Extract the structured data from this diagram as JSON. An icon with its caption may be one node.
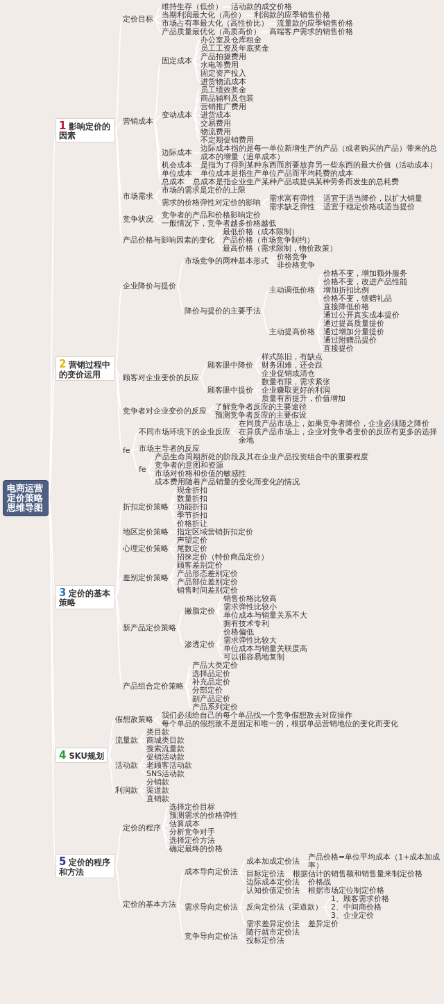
{
  "diagram": {
    "nodes": [
      {
        "text": [
          "电商运营定价策略思维导图"
        ]
      },
      {
        "text": [
          "1 影响定价的因素"
        ]
      },
      {
        "text": [
          "定价目标"
        ]
      },
      {
        "text": [
          "维持生存（低价）"
        ]
      },
      {
        "text": [
          "活动款的成交价格"
        ]
      },
      {
        "text": [
          "当期利润最大化（高价）"
        ]
      },
      {
        "text": [
          "利润款的应季销售价格"
        ]
      },
      {
        "text": [
          "市场占有率最大化（高性价比）"
        ]
      },
      {
        "text": [
          "流量款的应季销售价格"
        ]
      },
      {
        "text": [
          "产品质量最优化（高质高价）"
        ]
      },
      {
        "text": [
          "高端客户需求的销售价格"
        ]
      },
      {
        "text": [
          "营销成本"
        ]
      },
      {
        "text": [
          "固定成本"
        ]
      },
      {
        "text": [
          "办公室及仓库租金"
        ]
      },
      {
        "text": [
          "员工工资及年底奖金"
        ]
      },
      {
        "text": [
          "产品拍摄费用"
        ]
      },
      {
        "text": [
          "水电等费用"
        ]
      },
      {
        "text": [
          "固定资产投入"
        ]
      },
      {
        "text": [
          "进货物流成本"
        ]
      },
      {
        "text": [
          "变动成本"
        ]
      },
      {
        "text": [
          "员工绩效奖金"
        ]
      },
      {
        "text": [
          "商品辅料及包装"
        ]
      },
      {
        "text": [
          "营销推广费用"
        ]
      },
      {
        "text": [
          "进货成本"
        ]
      },
      {
        "text": [
          "交易费用"
        ]
      },
      {
        "text": [
          "物流费用"
        ]
      },
      {
        "text": [
          "不定期促销费用"
        ]
      },
      {
        "text": [
          "边际成本"
        ]
      },
      {
        "text": [
          "边际成本指的是每一单位新增生产的产品（或者购买的产品）带来的总成本的增量（追单成本）"
        ]
      },
      {
        "text": [
          "机会成本"
        ]
      },
      {
        "text": [
          "是指为了得到某种东西而所要放弃另一些东西的最大价值（活动成本）"
        ]
      },
      {
        "text": [
          "单位成本"
        ]
      },
      {
        "text": [
          "单位成本是指生产单位产品而平均耗费的成本"
        ]
      },
      {
        "text": [
          "总成本"
        ]
      },
      {
        "text": [
          "总成本是指企业生产某种产品或提供某种劳务而发生的总耗费"
        ]
      },
      {
        "text": [
          "市场需求"
        ]
      },
      {
        "text": [
          "市场的需求是定价的上限"
        ]
      },
      {
        "text": [
          "需求的价格弹性对定价的影响"
        ]
      },
      {
        "text": [
          "需求富有弹性"
        ]
      },
      {
        "text": [
          "适宜于适当降价，以扩大销量"
        ]
      },
      {
        "text": [
          "需求缺乏弹性"
        ]
      },
      {
        "text": [
          "适宜于稳定价格或适当提价"
        ]
      },
      {
        "text": [
          "竞争状况"
        ]
      },
      {
        "text": [
          "竞争者的产品和价格影响定价"
        ]
      },
      {
        "text": [
          "一般情况下，竞争者越多价格越低"
        ]
      },
      {
        "text": [
          "产品价格与影响因素的变化"
        ]
      },
      {
        "text": [
          "最低价格（成本限制）"
        ]
      },
      {
        "text": [
          "产品价格（市场竞争制约）"
        ]
      },
      {
        "text": [
          "最高价格（需求限制，物价政策）"
        ]
      },
      {
        "text": [
          "2 营销过程中的变价运用"
        ]
      },
      {
        "text": [
          "企业降价与提价"
        ]
      },
      {
        "text": [
          "市场竞争的两种基本形式"
        ]
      },
      {
        "text": [
          "价格竞争"
        ]
      },
      {
        "text": [
          "非价格竞争"
        ]
      },
      {
        "text": [
          "降价与提价的主要手法"
        ]
      },
      {
        "text": [
          "主动调低价格"
        ]
      },
      {
        "text": [
          "价格不变，增加额外服务"
        ]
      },
      {
        "text": [
          "价格不变，改进产品性能"
        ]
      },
      {
        "text": [
          "增加折扣比例"
        ]
      },
      {
        "text": [
          "价格不变，馈赠礼品"
        ]
      },
      {
        "text": [
          "直接降低价格"
        ]
      },
      {
        "text": [
          "主动提高价格"
        ]
      },
      {
        "text": [
          "通过公开真实成本提价"
        ]
      },
      {
        "text": [
          "通过提高质量提价"
        ]
      },
      {
        "text": [
          "通过增加分量提价"
        ]
      },
      {
        "text": [
          "通过附赠品提价"
        ]
      },
      {
        "text": [
          "直接提价"
        ]
      },
      {
        "text": [
          "顾客对企业变价的反应"
        ]
      },
      {
        "text": [
          "顾客眼中降价"
        ]
      },
      {
        "text": [
          "样式陈旧，有缺点"
        ]
      },
      {
        "text": [
          "财务困难，还会跌"
        ]
      },
      {
        "text": [
          "企业促销或清仓"
        ]
      },
      {
        "text": [
          "顾客眼中提价"
        ]
      },
      {
        "text": [
          "数量有限，需求紧张"
        ]
      },
      {
        "text": [
          "企业赚取更好的利润"
        ]
      },
      {
        "text": [
          "质量有所提升，价值增加"
        ]
      },
      {
        "text": [
          "竞争者对企业变价的反应"
        ]
      },
      {
        "text": [
          "了解竞争者反应的主要途径"
        ]
      },
      {
        "text": [
          "预测竞争者反应的主要假设"
        ]
      },
      {
        "text": [
          "fe"
        ]
      },
      {
        "text": [
          "不同市场环境下的企业反应"
        ]
      },
      {
        "text": [
          "在同质产品市场上，如果竞争者降价，企业必须随之降价"
        ]
      },
      {
        "text": [
          "在异质产品市场上，企业对竞争者变价的反应有更多的选择余地"
        ]
      },
      {
        "text": [
          "市场主导者的反应"
        ]
      },
      {
        "text": [
          "fe"
        ]
      },
      {
        "text": [
          "产品生命周期所处的阶段及其在企业产品投资组合中的重要程度"
        ]
      },
      {
        "text": [
          "竞争者的意图和资源"
        ]
      },
      {
        "text": [
          "市场对价格和价值的敏感性"
        ]
      },
      {
        "text": [
          "成本费用随着产品销量的变化而变化的情况"
        ]
      },
      {
        "text": [
          "3 定价的基本策略"
        ]
      },
      {
        "text": [
          "折扣定价策略"
        ]
      },
      {
        "text": [
          "现金折扣"
        ]
      },
      {
        "text": [
          "数量折扣"
        ]
      },
      {
        "text": [
          "功能折扣"
        ]
      },
      {
        "text": [
          "季节折扣"
        ]
      },
      {
        "text": [
          "价格折让"
        ]
      },
      {
        "text": [
          "地区定价策略"
        ]
      },
      {
        "text": [
          "指定区域营销折扣定价"
        ]
      },
      {
        "text": [
          "心理定价策略"
        ]
      },
      {
        "text": [
          "声望定价"
        ]
      },
      {
        "text": [
          "尾数定价"
        ]
      },
      {
        "text": [
          "招徕定价（特价商品定价）"
        ]
      },
      {
        "text": [
          "差别定价策略"
        ]
      },
      {
        "text": [
          "顾客差别定价"
        ]
      },
      {
        "text": [
          "产品形态差别定价"
        ]
      },
      {
        "text": [
          "产品部位差别定价"
        ]
      },
      {
        "text": [
          "销售时间差别定价"
        ]
      },
      {
        "text": [
          "新产品定价策略"
        ]
      },
      {
        "text": [
          "撇脂定价"
        ]
      },
      {
        "text": [
          "销售价格比较高"
        ]
      },
      {
        "text": [
          "需求弹性比较小"
        ]
      },
      {
        "text": [
          "单位成本与销量关系不大"
        ]
      },
      {
        "text": [
          "拥有技术专利"
        ]
      },
      {
        "text": [
          "渗透定价"
        ]
      },
      {
        "text": [
          "价格偏低"
        ]
      },
      {
        "text": [
          "需求弹性比较大"
        ]
      },
      {
        "text": [
          "单位成本与销量关联度高"
        ]
      },
      {
        "text": [
          "可以很容易地复制"
        ]
      },
      {
        "text": [
          "产品组合定价策略"
        ]
      },
      {
        "text": [
          "产品大类定价"
        ]
      },
      {
        "text": [
          "选择品定价"
        ]
      },
      {
        "text": [
          "补充品定价"
        ]
      },
      {
        "text": [
          "分部定价"
        ]
      },
      {
        "text": [
          "副产品定价"
        ]
      },
      {
        "text": [
          "产品系列定价"
        ]
      },
      {
        "text": [
          "4 SKU规划"
        ]
      },
      {
        "text": [
          "假想敌策略"
        ]
      },
      {
        "text": [
          "我们必须给自己的每个单品找一个竞争假想敌去对应操作"
        ]
      },
      {
        "text": [
          "每个单品的假想敌不是固定和唯一的，根据单品营销地位的变化而变化"
        ]
      },
      {
        "text": [
          "流量款"
        ]
      },
      {
        "text": [
          "类目款"
        ]
      },
      {
        "text": [
          "商城类目款"
        ]
      },
      {
        "text": [
          "搜索流量款"
        ]
      },
      {
        "text": [
          "活动款"
        ]
      },
      {
        "text": [
          "促销活动款"
        ]
      },
      {
        "text": [
          "老顾客活动款"
        ]
      },
      {
        "text": [
          "SNS活动款"
        ]
      },
      {
        "text": [
          "利润款"
        ]
      },
      {
        "text": [
          "分销款"
        ]
      },
      {
        "text": [
          "渠道款"
        ]
      },
      {
        "text": [
          "直销款"
        ]
      },
      {
        "text": [
          "5 定价的程序和方法"
        ]
      },
      {
        "text": [
          "定价的程序"
        ]
      },
      {
        "text": [
          "选择定价目标"
        ]
      },
      {
        "text": [
          "预测需求的价格弹性"
        ]
      },
      {
        "text": [
          "估算成本"
        ]
      },
      {
        "text": [
          "分析竞争对手"
        ]
      },
      {
        "text": [
          "选择定价方法"
        ]
      },
      {
        "text": [
          "确定最终的价格"
        ]
      },
      {
        "text": [
          "定价的基本方法"
        ]
      },
      {
        "text": [
          "成本导向定价法"
        ]
      },
      {
        "text": [
          "成本加成定价法"
        ]
      },
      {
        "text": [
          "产品价格=单位平均成本（1+成本加成率）"
        ]
      },
      {
        "text": [
          "目标定价法"
        ]
      },
      {
        "text": [
          "根据估计的销售额和销售量来制定价格"
        ]
      },
      {
        "text": [
          "边际成本定价法"
        ]
      },
      {
        "text": [
          "价格战"
        ]
      },
      {
        "text": [
          "需求导向定价法"
        ]
      },
      {
        "text": [
          "认知价值定价法"
        ]
      },
      {
        "text": [
          "根据市场定位制定价格"
        ]
      },
      {
        "text": [
          "反向定价法（渠道款）"
        ]
      },
      {
        "text": [
          "1、顾客需求价格"
        ]
      },
      {
        "text": [
          "2、中间商价格"
        ]
      },
      {
        "text": [
          "3、企业定价"
        ]
      },
      {
        "text": [
          "需求差异定价法"
        ]
      },
      {
        "text": [
          "差异定价"
        ]
      },
      {
        "text": [
          "竞争导向定价法"
        ]
      },
      {
        "text": [
          "随行就市定价法"
        ]
      },
      {
        "text": [
          "投标定价法"
        ]
      }
    ],
    "edges": [
      {
        "from": 0,
        "to": 1,
        "arrow": "none"
      },
      {
        "from": 1,
        "to": 2,
        "arrow": "none"
      },
      {
        "from": 2,
        "to": 3,
        "arrow": "none"
      },
      {
        "from": 3,
        "to": 4,
        "arrow": "none"
      },
      {
        "from": 2,
        "to": 5,
        "arrow": "none"
      },
      {
        "from": 5,
        "to": 6,
        "arrow": "none"
      },
      {
        "from": 2,
        "to": 7,
        "arrow": "none"
      },
      {
        "from": 7,
        "to": 8,
        "arrow": "none"
      },
      {
        "from": 2,
        "to": 9,
        "arrow": "none"
      },
      {
        "from": 9,
        "to": 10,
        "arrow": "none"
      },
      {
        "from": 1,
        "to": 11,
        "arrow": "none"
      },
      {
        "from": 11,
        "to": 12,
        "arrow": "none"
      },
      {
        "from": 12,
        "to": 13,
        "arrow": "none"
      },
      {
        "from": 12,
        "to": 14,
        "arrow": "none"
      },
      {
        "from": 12,
        "to": 15,
        "arrow": "none"
      },
      {
        "from": 12,
        "to": 16,
        "arrow": "none"
      },
      {
        "from": 12,
        "to": 17,
        "arrow": "none"
      },
      {
        "from": 12,
        "to": 18,
        "arrow": "none"
      },
      {
        "from": 11,
        "to": 19,
        "arrow": "none"
      },
      {
        "from": 19,
        "to": 20,
        "arrow": "none"
      },
      {
        "from": 19,
        "to": 21,
        "arrow": "none"
      },
      {
        "from": 19,
        "to": 22,
        "arrow": "none"
      },
      {
        "from": 19,
        "to": 23,
        "arrow": "none"
      },
      {
        "from": 19,
        "to": 24,
        "arrow": "none"
      },
      {
        "from": 19,
        "to": 25,
        "arrow": "none"
      },
      {
        "from": 19,
        "to": 26,
        "arrow": "none"
      },
      {
        "from": 11,
        "to": 27,
        "arrow": "none"
      },
      {
        "from": 27,
        "to": 28,
        "arrow": "none"
      },
      {
        "from": 11,
        "to": 29,
        "arrow": "none"
      },
      {
        "from": 29,
        "to": 30,
        "arrow": "none"
      },
      {
        "from": 11,
        "to": 31,
        "arrow": "none"
      },
      {
        "from": 31,
        "to": 32,
        "arrow": "none"
      },
      {
        "from": 11,
        "to": 33,
        "arrow": "none"
      },
      {
        "from": 33,
        "to": 34,
        "arrow": "none"
      },
      {
        "from": 1,
        "to": 35,
        "arrow": "none"
      },
      {
        "from": 35,
        "to": 36,
        "arrow": "none"
      },
      {
        "from": 35,
        "to": 37,
        "arrow": "none"
      },
      {
        "from": 37,
        "to": 38,
        "arrow": "none"
      },
      {
        "from": 38,
        "to": 39,
        "arrow": "none"
      },
      {
        "from": 37,
        "to": 40,
        "arrow": "none"
      },
      {
        "from": 40,
        "to": 41,
        "arrow": "none"
      },
      {
        "from": 1,
        "to": 42,
        "arrow": "none"
      },
      {
        "from": 42,
        "to": 43,
        "arrow": "none"
      },
      {
        "from": 42,
        "to": 44,
        "arrow": "none"
      },
      {
        "from": 1,
        "to": 45,
        "arrow": "none"
      },
      {
        "from": 45,
        "to": 46,
        "arrow": "none"
      },
      {
        "from": 45,
        "to": 47,
        "arrow": "none"
      },
      {
        "from": 45,
        "to": 48,
        "arrow": "none"
      },
      {
        "from": 0,
        "to": 49,
        "arrow": "none"
      },
      {
        "from": 49,
        "to": 50,
        "arrow": "none"
      },
      {
        "from": 50,
        "to": 51,
        "arrow": "none"
      },
      {
        "from": 51,
        "to": 52,
        "arrow": "none"
      },
      {
        "from": 51,
        "to": 53,
        "arrow": "none"
      },
      {
        "from": 50,
        "to": 54,
        "arrow": "none"
      },
      {
        "from": 54,
        "to": 55,
        "arrow": "none"
      },
      {
        "from": 55,
        "to": 56,
        "arrow": "none"
      },
      {
        "from": 55,
        "to": 57,
        "arrow": "none"
      },
      {
        "from": 55,
        "to": 58,
        "arrow": "none"
      },
      {
        "from": 55,
        "to": 59,
        "arrow": "none"
      },
      {
        "from": 55,
        "to": 60,
        "arrow": "none"
      },
      {
        "from": 54,
        "to": 61,
        "arrow": "none"
      },
      {
        "from": 61,
        "to": 62,
        "arrow": "none"
      },
      {
        "from": 61,
        "to": 63,
        "arrow": "none"
      },
      {
        "from": 61,
        "to": 64,
        "arrow": "none"
      },
      {
        "from": 61,
        "to": 65,
        "arrow": "none"
      },
      {
        "from": 61,
        "to": 66,
        "arrow": "none"
      },
      {
        "from": 49,
        "to": 67,
        "arrow": "none"
      },
      {
        "from": 67,
        "to": 68,
        "arrow": "none"
      },
      {
        "from": 68,
        "to": 69,
        "arrow": "none"
      },
      {
        "from": 68,
        "to": 70,
        "arrow": "none"
      },
      {
        "from": 68,
        "to": 71,
        "arrow": "none"
      },
      {
        "from": 67,
        "to": 72,
        "arrow": "none"
      },
      {
        "from": 72,
        "to": 73,
        "arrow": "none"
      },
      {
        "from": 72,
        "to": 74,
        "arrow": "none"
      },
      {
        "from": 72,
        "to": 75,
        "arrow": "none"
      },
      {
        "from": 49,
        "to": 76,
        "arrow": "none"
      },
      {
        "from": 76,
        "to": 77,
        "arrow": "none"
      },
      {
        "from": 76,
        "to": 78,
        "arrow": "none"
      },
      {
        "from": 49,
        "to": 79,
        "arrow": "none"
      },
      {
        "from": 79,
        "to": 80,
        "arrow": "none"
      },
      {
        "from": 80,
        "to": 81,
        "arrow": "none"
      },
      {
        "from": 80,
        "to": 82,
        "arrow": "none"
      },
      {
        "from": 79,
        "to": 83,
        "arrow": "none"
      },
      {
        "from": 79,
        "to": 84,
        "arrow": "none"
      },
      {
        "from": 84,
        "to": 85,
        "arrow": "none"
      },
      {
        "from": 84,
        "to": 86,
        "arrow": "none"
      },
      {
        "from": 84,
        "to": 87,
        "arrow": "none"
      },
      {
        "from": 84,
        "to": 88,
        "arrow": "none"
      },
      {
        "from": 0,
        "to": 89,
        "arrow": "none"
      },
      {
        "from": 89,
        "to": 90,
        "arrow": "none"
      },
      {
        "from": 90,
        "to": 91,
        "arrow": "none"
      },
      {
        "from": 90,
        "to": 92,
        "arrow": "none"
      },
      {
        "from": 90,
        "to": 93,
        "arrow": "none"
      },
      {
        "from": 90,
        "to": 94,
        "arrow": "none"
      },
      {
        "from": 90,
        "to": 95,
        "arrow": "none"
      },
      {
        "from": 89,
        "to": 96,
        "arrow": "none"
      },
      {
        "from": 96,
        "to": 97,
        "arrow": "none"
      },
      {
        "from": 89,
        "to": 98,
        "arrow": "none"
      },
      {
        "from": 98,
        "to": 99,
        "arrow": "none"
      },
      {
        "from": 98,
        "to": 100,
        "arrow": "none"
      },
      {
        "from": 98,
        "to": 101,
        "arrow": "none"
      },
      {
        "from": 89,
        "to": 102,
        "arrow": "none"
      },
      {
        "from": 102,
        "to": 103,
        "arrow": "none"
      },
      {
        "from": 102,
        "to": 104,
        "arrow": "none"
      },
      {
        "from": 102,
        "to": 105,
        "arrow": "none"
      },
      {
        "from": 102,
        "to": 106,
        "arrow": "none"
      },
      {
        "from": 89,
        "to": 107,
        "arrow": "none"
      },
      {
        "from": 107,
        "to": 108,
        "arrow": "none"
      },
      {
        "from": 108,
        "to": 109,
        "arrow": "none"
      },
      {
        "from": 108,
        "to": 110,
        "arrow": "none"
      },
      {
        "from": 108,
        "to": 111,
        "arrow": "none"
      },
      {
        "from": 108,
        "to": 112,
        "arrow": "none"
      },
      {
        "from": 107,
        "to": 113,
        "arrow": "none"
      },
      {
        "from": 113,
        "to": 114,
        "arrow": "none"
      },
      {
        "from": 113,
        "to": 115,
        "arrow": "none"
      },
      {
        "from": 113,
        "to": 116,
        "arrow": "none"
      },
      {
        "from": 113,
        "to": 117,
        "arrow": "none"
      },
      {
        "from": 89,
        "to": 118,
        "arrow": "none"
      },
      {
        "from": 118,
        "to": 119,
        "arrow": "none"
      },
      {
        "from": 118,
        "to": 120,
        "arrow": "none"
      },
      {
        "from": 118,
        "to": 121,
        "arrow": "none"
      },
      {
        "from": 118,
        "to": 122,
        "arrow": "none"
      },
      {
        "from": 118,
        "to": 123,
        "arrow": "none"
      },
      {
        "from": 118,
        "to": 124,
        "arrow": "none"
      },
      {
        "from": 0,
        "to": 125,
        "arrow": "none"
      },
      {
        "from": 125,
        "to": 126,
        "arrow": "none"
      },
      {
        "from": 126,
        "to": 127,
        "arrow": "none"
      },
      {
        "from": 126,
        "to": 128,
        "arrow": "none"
      },
      {
        "from": 125,
        "to": 129,
        "arrow": "none"
      },
      {
        "from": 129,
        "to": 130,
        "arrow": "none"
      },
      {
        "from": 129,
        "to": 131,
        "arrow": "none"
      },
      {
        "from": 129,
        "to": 132,
        "arrow": "none"
      },
      {
        "from": 125,
        "to": 133,
        "arrow": "none"
      },
      {
        "from": 133,
        "to": 134,
        "arrow": "none"
      },
      {
        "from": 133,
        "to": 135,
        "arrow": "none"
      },
      {
        "from": 133,
        "to": 136,
        "arrow": "none"
      },
      {
        "from": 125,
        "to": 137,
        "arrow": "none"
      },
      {
        "from": 137,
        "to": 138,
        "arrow": "none"
      },
      {
        "from": 137,
        "to": 139,
        "arrow": "none"
      },
      {
        "from": 137,
        "to": 140,
        "arrow": "none"
      },
      {
        "from": 0,
        "to": 141,
        "arrow": "none"
      },
      {
        "from": 141,
        "to": 142,
        "arrow": "none"
      },
      {
        "from": 142,
        "to": 143,
        "arrow": "none"
      },
      {
        "from": 142,
        "to": 144,
        "arrow": "none"
      },
      {
        "from": 142,
        "to": 145,
        "arrow": "none"
      },
      {
        "from": 142,
        "to": 146,
        "arrow": "none"
      },
      {
        "from": 142,
        "to": 147,
        "arrow": "none"
      },
      {
        "from": 142,
        "to": 148,
        "arrow": "none"
      },
      {
        "from": 141,
        "to": 149,
        "arrow": "none"
      },
      {
        "from": 149,
        "to": 150,
        "arrow": "none"
      },
      {
        "from": 150,
        "to": 151,
        "arrow": "none"
      },
      {
        "from": 151,
        "to": 152,
        "arrow": "none"
      },
      {
        "from": 150,
        "to": 153,
        "arrow": "none"
      },
      {
        "from": 153,
        "to": 154,
        "arrow": "none"
      },
      {
        "from": 150,
        "to": 155,
        "arrow": "none"
      },
      {
        "from": 155,
        "to": 156,
        "arrow": "none"
      },
      {
        "from": 149,
        "to": 157,
        "arrow": "none"
      },
      {
        "from": 157,
        "to": 158,
        "arrow": "none"
      },
      {
        "from": 158,
        "to": 159,
        "arrow": "none"
      },
      {
        "from": 157,
        "to": 160,
        "arrow": "none"
      },
      {
        "from": 160,
        "to": 161,
        "arrow": "none"
      },
      {
        "from": 160,
        "to": 162,
        "arrow": "none"
      },
      {
        "from": 160,
        "to": 163,
        "arrow": "none"
      },
      {
        "from": 157,
        "to": 164,
        "arrow": "none"
      },
      {
        "from": 164,
        "to": 165,
        "arrow": "none"
      },
      {
        "from": 149,
        "to": 166,
        "arrow": "none"
      },
      {
        "from": 166,
        "to": 167,
        "arrow": "none"
      },
      {
        "from": 166,
        "to": 168,
        "arrow": "none"
      }
    ]
  }
}
